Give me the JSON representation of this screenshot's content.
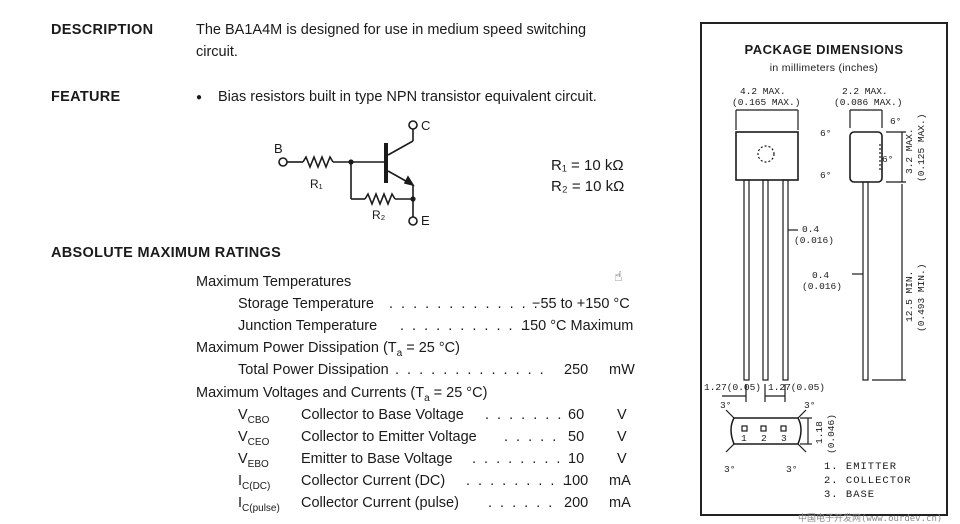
{
  "description": {
    "label": "DESCRIPTION",
    "line1": "The BA1A4M is designed for use in medium speed switching",
    "line2": "circuit."
  },
  "feature": {
    "label": "FEATURE",
    "bullet": "●",
    "text": "Bias resistors built in type NPN transistor equivalent circuit."
  },
  "circuit": {
    "label_b": "B",
    "label_c": "C",
    "label_e": "E",
    "label_r1": "R₁",
    "label_r2": "R₂"
  },
  "resistors": {
    "r1": "R₁ = 10 kΩ",
    "r2": "R₂ = 10 kΩ"
  },
  "ratings": {
    "title": "ABSOLUTE MAXIMUM RATINGS",
    "temp_heading": "Maximum Temperatures",
    "storage_label": "Storage Temperature",
    "storage_dots": ". . . . . . . . . . . . .",
    "storage_value": "−55 to +150 °C",
    "junction_label": "Junction Temperature",
    "junction_dots": ". . . . . . . . . . .",
    "junction_value": "150 °C Maximum",
    "power_heading": "Maximum Power Dissipation (T",
    "power_heading_sub": "a",
    "power_heading_end": " = 25 °C)",
    "total_power_label": "Total Power Dissipation",
    "total_power_dots": ". . . . . . . . . . . . .",
    "total_power_value": "250",
    "total_power_unit": "mW",
    "volt_heading": "Maximum Voltages and Currents  (T",
    "volt_heading_sub": "a",
    "volt_heading_end": " = 25 °C)",
    "rows": [
      {
        "sym": "V",
        "sub": "CBO",
        "label": "Collector to Base Voltage",
        "dots": ". . . . . . .",
        "value": "60",
        "unit": "V"
      },
      {
        "sym": "V",
        "sub": "CEO",
        "label": "Collector to Emitter Voltage",
        "dots": ". . . . .",
        "value": "50",
        "unit": "V"
      },
      {
        "sym": "V",
        "sub": "EBO",
        "label": "Emitter to Base Voltage",
        "dots": ". . . . . . . .",
        "value": "10",
        "unit": "V"
      },
      {
        "sym": "I",
        "sub": "C(DC)",
        "label": "Collector Current (DC)",
        "dots": ". . . . . . . . .",
        "value": "100",
        "unit": "mA"
      },
      {
        "sym": "I",
        "sub": "C(pulse)",
        "label": "Collector Current (pulse)",
        "dots": ". . . . . .",
        "value": "200",
        "unit": "mA"
      }
    ]
  },
  "package": {
    "title": "PACKAGE DIMENSIONS",
    "subtitle": "in millimeters (inches)",
    "width_top": "4.2 MAX.",
    "width_top_in": "(0.165 MAX.)",
    "depth_top": "2.2 MAX.",
    "depth_top_in": "(0.086 MAX.)",
    "height_side": "3.2 MAX.",
    "height_side_in": "(0.125 MAX.)",
    "angle": "6°",
    "lead_w1": "0.4",
    "lead_w1_in": "(0.016)",
    "lead_w2": "0.4",
    "lead_w2_in": "(0.016)",
    "lead_len": "12.5 MIN.",
    "lead_len_in": "(0.493 MIN.)",
    "pitch": "1.27(0.05)",
    "angle3": "3°",
    "bottom_h": "1.18",
    "bottom_h_in": "(0.046)",
    "pin1": "1",
    "pin2": "2",
    "pin3": "3",
    "legend1": "1. EMITTER",
    "legend2": "2. COLLECTOR",
    "legend3": "3. BASE"
  },
  "watermark": "中国电子开发网(www.ourdev.cn)",
  "cursor_icon": "hand-cursor-icon"
}
